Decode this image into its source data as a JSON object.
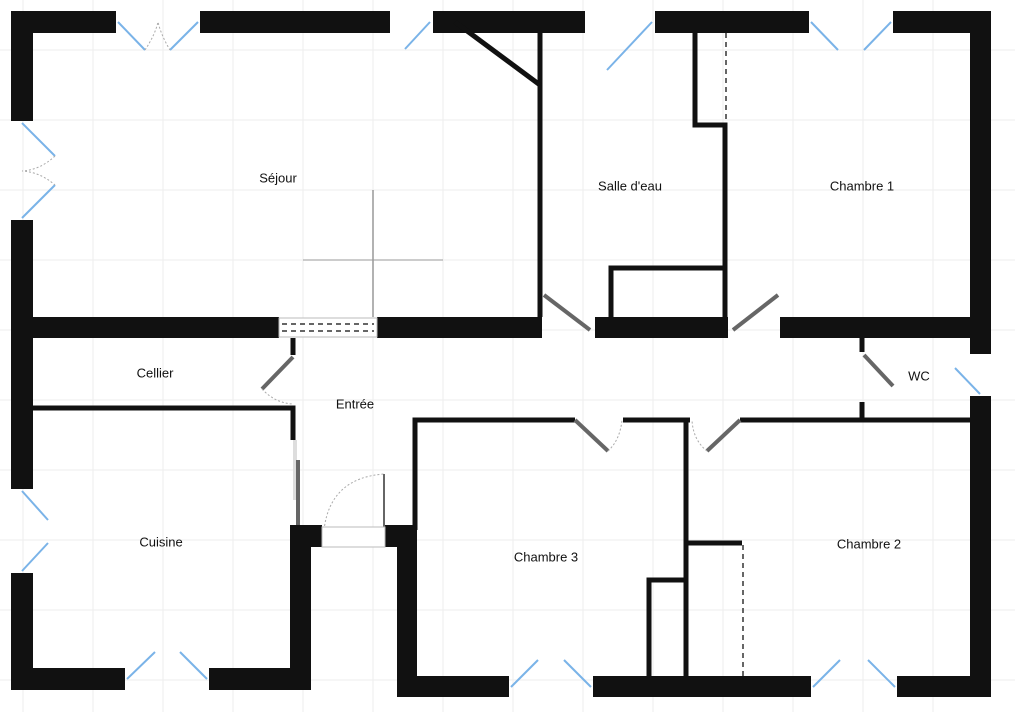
{
  "plan": {
    "rooms": {
      "sejour": "Séjour",
      "salle_eau": "Salle d'eau",
      "chambre1": "Chambre 1",
      "cellier": "Cellier",
      "entree": "Entrée",
      "wc": "WC",
      "cuisine": "Cuisine",
      "chambre3": "Chambre 3",
      "chambre2": "Chambre 2"
    },
    "colors": {
      "wall": "#111111",
      "window": "#7ab3e8",
      "door": "#666666",
      "grid": "#eeeeee"
    }
  }
}
